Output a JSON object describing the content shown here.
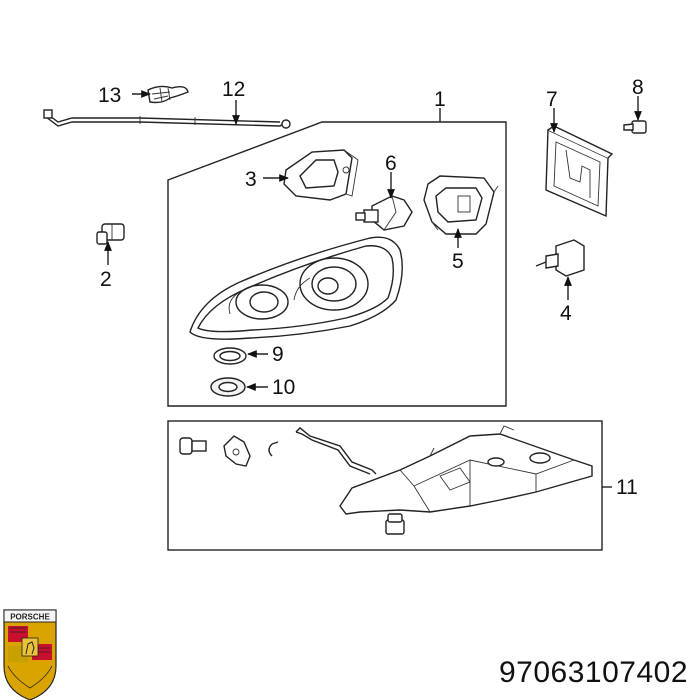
{
  "callouts": {
    "c1": "1",
    "c2": "2",
    "c3": "3",
    "c4": "4",
    "c5": "5",
    "c6": "6",
    "c7": "7",
    "c8": "8",
    "c9": "9",
    "c10": "10",
    "c11": "11",
    "c12": "12",
    "c13": "13"
  },
  "part_number": "97063107402",
  "logo_text": "PORSCHE",
  "colors": {
    "line": "#222222",
    "background": "#ffffff",
    "logo_gold": "#d9a400",
    "logo_red": "#c8102e"
  }
}
